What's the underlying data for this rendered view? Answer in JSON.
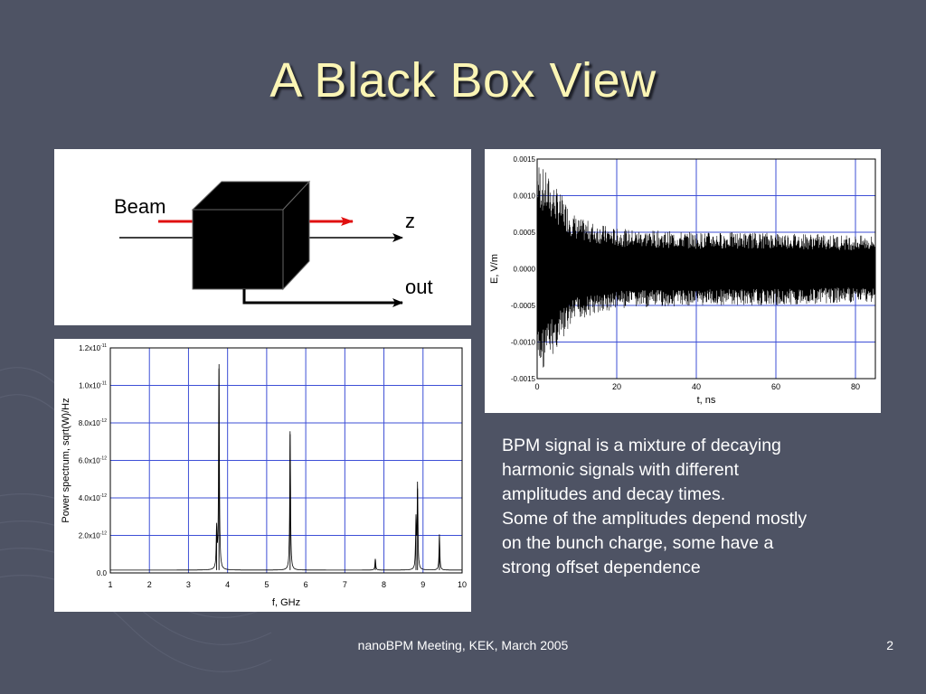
{
  "slide": {
    "title": "A Black Box View",
    "body_lines": [
      "BPM signal is a mixture of decaying",
      "harmonic signals with different",
      "amplitudes and decay times.",
      "Some of the amplitudes depend mostly",
      "on the bunch charge, some have a",
      "strong offset dependence"
    ],
    "footer": "nanoBPM Meeting, KEK, March 2005",
    "page_number": "2"
  },
  "diagram": {
    "beam_label": "Beam",
    "axis_label": "z",
    "output_label": "out",
    "arrow_color": "#e01010",
    "box_color": "#000000"
  },
  "colors": {
    "background": "#4e5364",
    "title": "#fbf5b5",
    "grid": "#3d4fd6",
    "trace": "#000000"
  },
  "chart_data": [
    {
      "type": "line",
      "title": "",
      "xlabel": "t, ns",
      "ylabel": "E, V/m",
      "xlim": [
        0,
        85
      ],
      "ylim": [
        -0.0015,
        0.0015
      ],
      "xticks": [
        0,
        20,
        40,
        60,
        80
      ],
      "yticks": [
        -0.0015,
        -0.001,
        -0.0005,
        0.0,
        0.0005,
        0.001,
        0.0015
      ],
      "ytick_labels": [
        "-0.0015",
        "-0.0010",
        "-0.0005",
        "0.0000",
        "0.0005",
        "0.0010",
        "0.0015"
      ],
      "grid": true,
      "series": [
        {
          "style": "decaying oscillation",
          "envelope_t": [
            0,
            5,
            10,
            20,
            40,
            60,
            85
          ],
          "envelope_amp": [
            0.0015,
            0.0011,
            0.0007,
            0.00055,
            0.0005,
            0.0005,
            0.00045
          ]
        }
      ]
    },
    {
      "type": "line",
      "title": "",
      "xlabel": "f, GHz",
      "ylabel": "Power spectrum, sqrt(W)/Hz",
      "xlim": [
        1,
        10
      ],
      "ylim": [
        0,
        1.2e-11
      ],
      "xticks": [
        1,
        2,
        3,
        4,
        5,
        6,
        7,
        8,
        9,
        10
      ],
      "ytick_labels": [
        "0.0",
        "2.0x10",
        "4.0x10",
        "6.0x10",
        "8.0x10",
        "1.0x10",
        "1.2x10"
      ],
      "ytick_exponents": [
        "",
        "-12",
        "-12",
        "-12",
        "-12",
        "-11",
        "-11"
      ],
      "grid": true,
      "series": [
        {
          "style": "spectrum",
          "baseline": 1.5e-13,
          "peaks": [
            {
              "f": 3.72,
              "amp": 2.1e-12
            },
            {
              "f": 3.78,
              "amp": 1.09e-11
            },
            {
              "f": 5.6,
              "amp": 7.4e-12
            },
            {
              "f": 7.78,
              "amp": 6e-13
            },
            {
              "f": 8.82,
              "amp": 2.6e-12
            },
            {
              "f": 8.86,
              "amp": 4.5e-12
            },
            {
              "f": 9.42,
              "amp": 1.9e-12
            }
          ]
        }
      ]
    }
  ]
}
